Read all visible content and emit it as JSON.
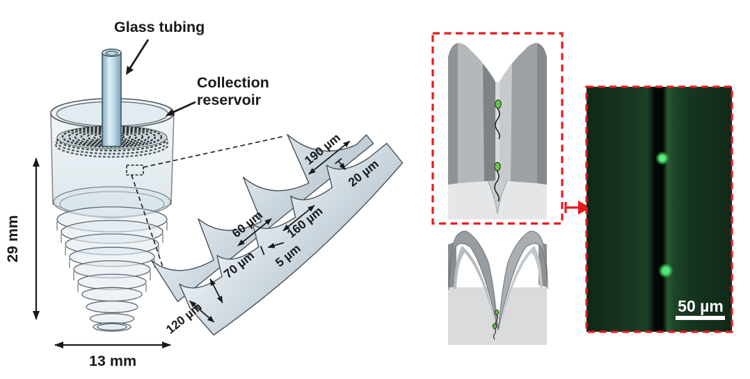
{
  "figure": {
    "device": {
      "glass_tubing_label": "Glass tubing",
      "collection_reservoir_line1": "Collection",
      "collection_reservoir_line2": "reservoir",
      "height_dim": "29 mm",
      "diameter_dim": "13 mm"
    },
    "inset_dims": {
      "dim_190": "190 µm",
      "dim_20": "20 µm",
      "dim_60": "60 µm",
      "dim_160": "160 µm",
      "dim_5": "5 µm",
      "dim_70": "70 µm",
      "dim_120": "120 µm"
    },
    "micrograph": {
      "scale_bar": "50 µm"
    },
    "colors": {
      "annotation_red": "#e8191d",
      "glass_blue": "#bcd9e8",
      "sperm_green": "#6cc24a",
      "fluorescent_green": "#55e97b",
      "micrograph_bg": "#15321e"
    }
  }
}
